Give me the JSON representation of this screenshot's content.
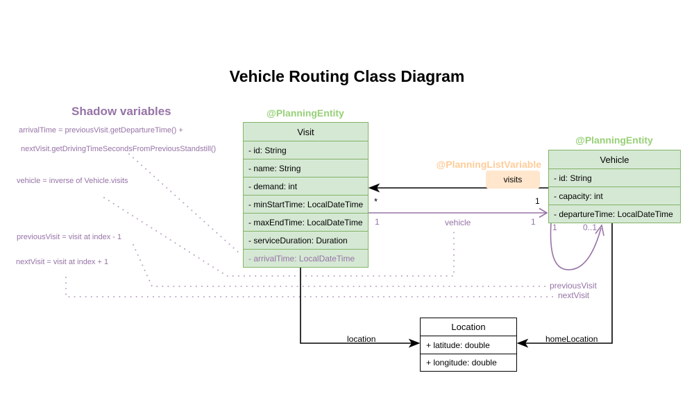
{
  "title": "Vehicle Routing Class Diagram",
  "shadow": {
    "heading": "Shadow variables",
    "arrival_line1": "arrivalTime = previousVisit.getDepartureTime() +",
    "arrival_line2": "nextVisit.getDrivingTimeSecondsFromPreviousStandstill()",
    "vehicle_inverse": "vehicle = inverse of Vehicle.visits",
    "previous_visit_rule": "previousVisit = visit at index - 1",
    "next_visit_rule": "nextVisit = visit at index + 1"
  },
  "classes": {
    "visit": {
      "stereotype": "@PlanningEntity",
      "name": "Visit",
      "attributes": [
        "- id: String",
        "- name: String",
        "- demand: int",
        "- minStartTime: LocalDateTime",
        "- maxEndTime: LocalDateTime",
        "- serviceDuration: Duration",
        "- arrivalTime: LocalDateTime"
      ]
    },
    "vehicle": {
      "stereotype": "@PlanningEntity",
      "name": "Vehicle",
      "attributes": [
        "- id: String",
        "- capacity: int",
        "- departureTime: LocalDateTime"
      ]
    },
    "location": {
      "name": "Location",
      "attributes": [
        "+ latitude: double",
        "+ longitude: double"
      ]
    }
  },
  "relationships": {
    "visits": {
      "stereotype": "@PlanningListVariable",
      "label": "visits",
      "mult_visit_end": "*",
      "mult_vehicle_end": "1"
    },
    "vehicle_ref": {
      "label": "vehicle",
      "mult_source": "1",
      "mult_target": "1"
    },
    "self_loop": {
      "mult_source": "1",
      "mult_target": "0..1"
    },
    "previous_visit_label": "previousVisit",
    "next_visit_label": "nextVisit",
    "location_label": "location",
    "home_location_label": "homeLocation"
  },
  "colors": {
    "entity_fill": "#d5e8d4",
    "entity_border": "#82b366",
    "entity_stereotype_text": "#97d077",
    "purple": "#9673a6",
    "orange_text": "#ffcc99",
    "orange_fill": "#ffe6cc",
    "plain_border": "#000000"
  }
}
